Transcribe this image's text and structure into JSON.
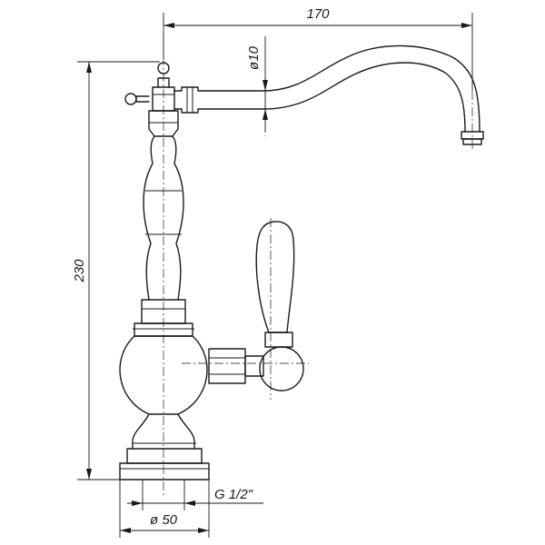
{
  "dimensions": {
    "overall_width": "170",
    "overall_height": "230",
    "spout_diameter": "ø10",
    "base_diameter": "ø 50",
    "thread": "G 1/2\""
  },
  "colors": {
    "line": "#1a1a1a",
    "background": "#ffffff"
  }
}
